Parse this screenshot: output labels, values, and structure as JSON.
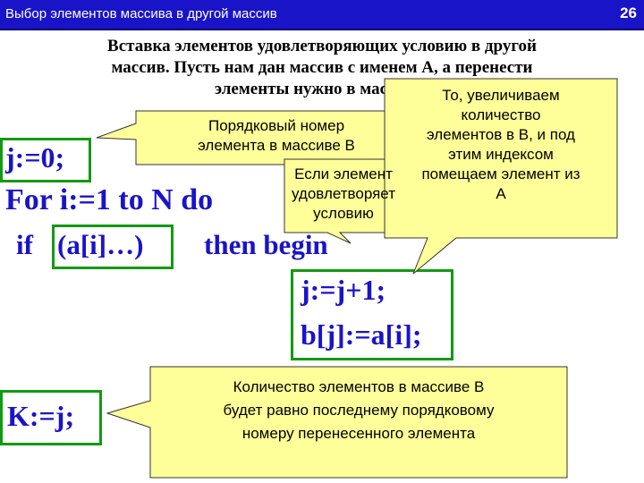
{
  "slide": {
    "title": "Выбор элементов массива в другой массив",
    "number": "26",
    "heading_line1": "Вставка элементов удовлетворяющих условию в другой",
    "heading_line2": "массив. Пусть нам дан массив с именем А, а перенести",
    "heading_line3": "элементы нужно в массив В"
  },
  "code": {
    "init": "j:=0;",
    "loop": "For i:=1 to N do",
    "if_kw": "if",
    "condition": "(a[i]…)",
    "then_begin": "then begin",
    "increment": "j:=j+1;",
    "assign": "b[j]:=a[i];",
    "count": "K:=j;"
  },
  "callouts": {
    "index": {
      "line1": "Порядковый номер",
      "line2": "элемента в массиве В"
    },
    "condition": {
      "line1": "Если элемент",
      "line2": "удовлетворяет",
      "line3": "условию"
    },
    "increase": {
      "line1": "То, увеличиваем",
      "line2": "количество",
      "line3": "элементов в В, и под",
      "line4": "этим индексом",
      "line5": "помещаем элемент из",
      "line6": "А"
    },
    "count": {
      "line1": "Количество элементов в массиве В",
      "line2": "будет равно последнему порядковому",
      "line3": "номеру перенесенного элемента"
    }
  },
  "colors": {
    "title_bar": "#1a14c8",
    "code_text": "#1a14c8",
    "box_border": "#129a12",
    "callout_fill": "#ffff99"
  }
}
